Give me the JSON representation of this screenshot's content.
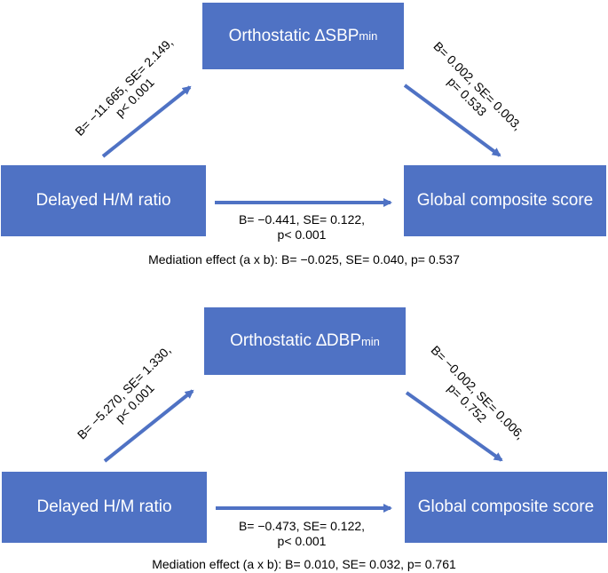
{
  "panels": [
    {
      "mediator_label": "Orthostatic ∆SBP",
      "mediator_sub": "min",
      "x_label": "Delayed H/M ratio",
      "y_label": "Global composite score",
      "path_a": [
        "B= −11.665, SE= 2.149,",
        "p< 0.001"
      ],
      "path_b": [
        "B= 0.002, SE= 0.003,",
        "p= 0.533"
      ],
      "path_c": [
        "B= −0.441, SE= 0.122,",
        "p< 0.001"
      ],
      "mediation": "Mediation effect (a x b): B= −0.025, SE= 0.040, p= 0.537"
    },
    {
      "mediator_label": "Orthostatic ∆DBP",
      "mediator_sub": "min",
      "x_label": "Delayed H/M ratio",
      "y_label": "Global composite score",
      "path_a": [
        "B= −5.270, SE= 1.330,",
        "p< 0.001"
      ],
      "path_b": [
        "B= −0.002, SE= 0.006,",
        "p= 0.752"
      ],
      "path_c": [
        "B= −0.473, SE= 0.122,",
        "p< 0.001"
      ],
      "mediation": "Mediation effect (a x b): B= 0.010, SE= 0.032, p= 0.761"
    }
  ]
}
